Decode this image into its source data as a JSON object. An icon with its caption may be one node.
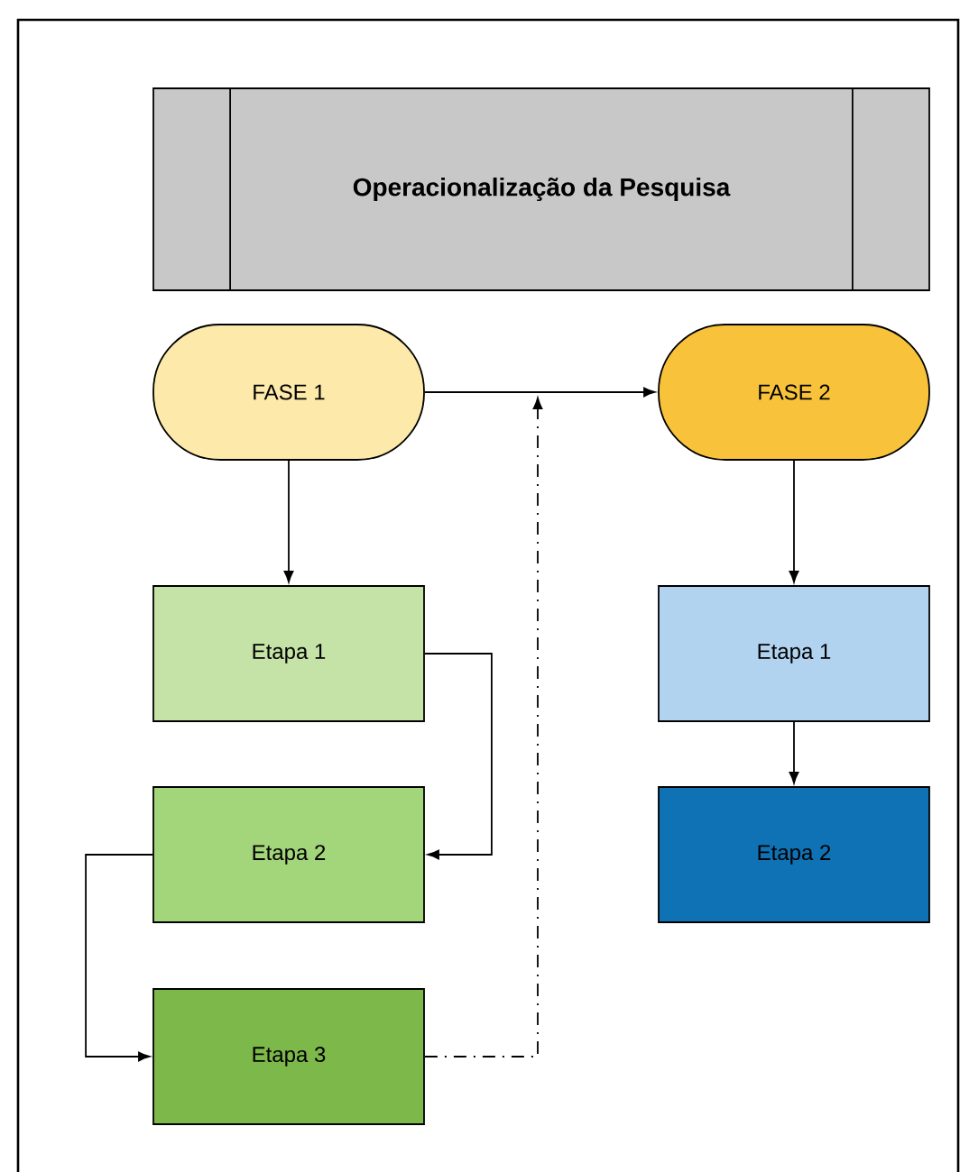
{
  "diagram": {
    "nodes": [
      {
        "text": [
          "Operacionalização da Pesquisa"
        ]
      },
      {
        "text": [
          "FASE 1"
        ]
      },
      {
        "text": [
          "FASE 2"
        ]
      },
      {
        "text": [
          "Etapa 1"
        ]
      },
      {
        "text": [
          "Etapa 2"
        ]
      },
      {
        "text": [
          "Etapa 3"
        ]
      },
      {
        "text": [
          "Etapa 1"
        ]
      },
      {
        "text": [
          "Etapa 2"
        ]
      }
    ],
    "edges": [
      {
        "from": 1,
        "to": 2,
        "arrow": "to"
      },
      {
        "from": 1,
        "to": 3,
        "arrow": "to"
      },
      {
        "from": 3,
        "to": 4,
        "arrow": "to"
      },
      {
        "from": 4,
        "to": 5,
        "arrow": "to"
      },
      {
        "from": 5,
        "to": null,
        "arrow": "to",
        "style": "dashed"
      },
      {
        "from": 2,
        "to": 6,
        "arrow": "to"
      },
      {
        "from": 6,
        "to": 7,
        "arrow": "to"
      }
    ]
  }
}
